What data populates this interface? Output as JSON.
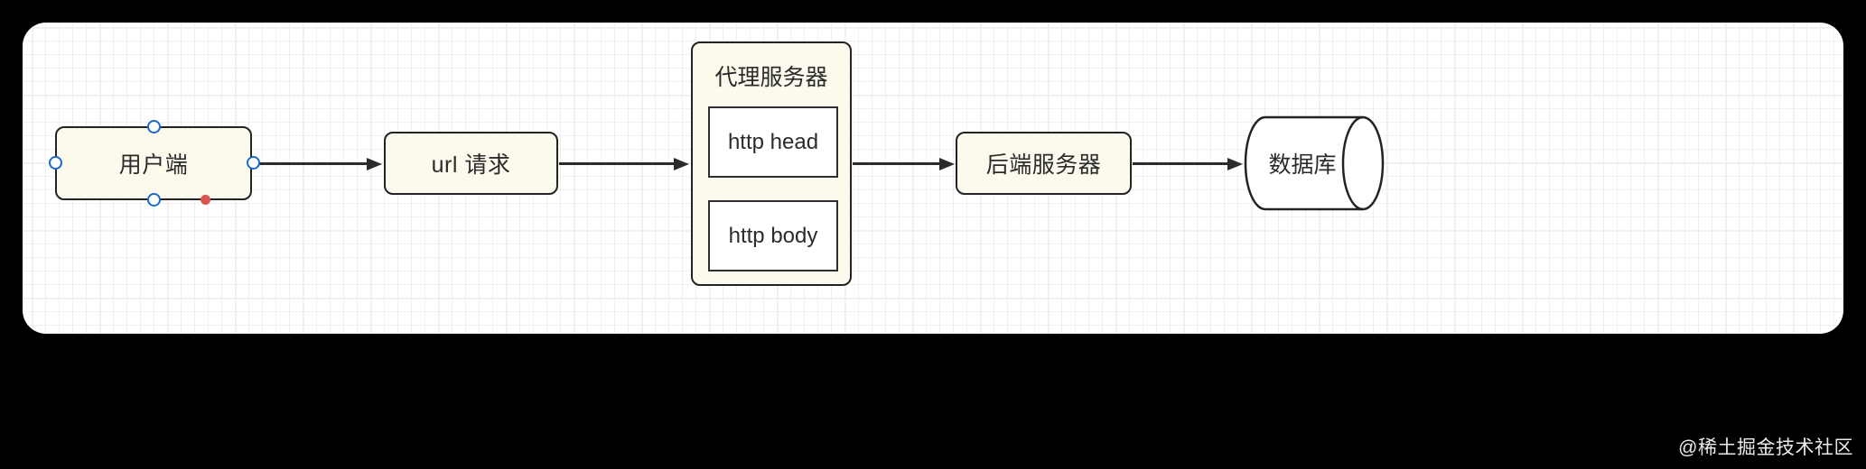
{
  "canvas": {
    "background_color": "#ffffff",
    "page_background_color": "#000000",
    "grid_minor_color": "#f0f0f0",
    "grid_major_color": "#e4e4e4"
  },
  "theme": {
    "node_fill": "#fcfaec",
    "node_stroke": "#232323",
    "subbox_fill": "#ffffff",
    "text_color": "#2b2b2b",
    "arrow_color": "#2b2b2b",
    "handle_stroke": "#1b6ac9",
    "handle_fill": "#ffffff",
    "anchor_dot_color": "#d9534f"
  },
  "diagram": {
    "type": "flowchart",
    "direction": "left-to-right",
    "nodes": [
      {
        "id": "client",
        "label": "用户端",
        "shape": "rounded-rectangle",
        "selected": true
      },
      {
        "id": "url",
        "label": "url 请求",
        "shape": "rounded-rectangle",
        "selected": false
      },
      {
        "id": "proxy",
        "label": "代理服务器",
        "shape": "rounded-rectangle-container",
        "selected": false,
        "children": [
          {
            "id": "http-head",
            "label": "http head",
            "shape": "rectangle"
          },
          {
            "id": "http-body",
            "label": "http body",
            "shape": "rectangle"
          }
        ]
      },
      {
        "id": "backend",
        "label": "后端服务器",
        "shape": "rounded-rectangle",
        "selected": false
      },
      {
        "id": "database",
        "label": "数据库",
        "shape": "cylinder",
        "selected": false
      }
    ],
    "edges": [
      {
        "id": "edge-1",
        "from": "client",
        "to": "url",
        "style": "solid",
        "arrowhead": "filled-triangle",
        "label": ""
      },
      {
        "id": "edge-2",
        "from": "url",
        "to": "proxy",
        "style": "solid",
        "arrowhead": "filled-triangle",
        "label": ""
      },
      {
        "id": "edge-3",
        "from": "proxy",
        "to": "backend",
        "style": "solid",
        "arrowhead": "filled-triangle",
        "label": ""
      },
      {
        "id": "edge-4",
        "from": "backend",
        "to": "database",
        "style": "solid",
        "arrowhead": "filled-triangle",
        "label": ""
      }
    ],
    "selection": {
      "node_id": "client",
      "handles": [
        "top",
        "right",
        "bottom",
        "left"
      ],
      "anchor_dot": "bottom-right"
    }
  },
  "watermark": {
    "text": "@稀土掘金技术社区"
  }
}
